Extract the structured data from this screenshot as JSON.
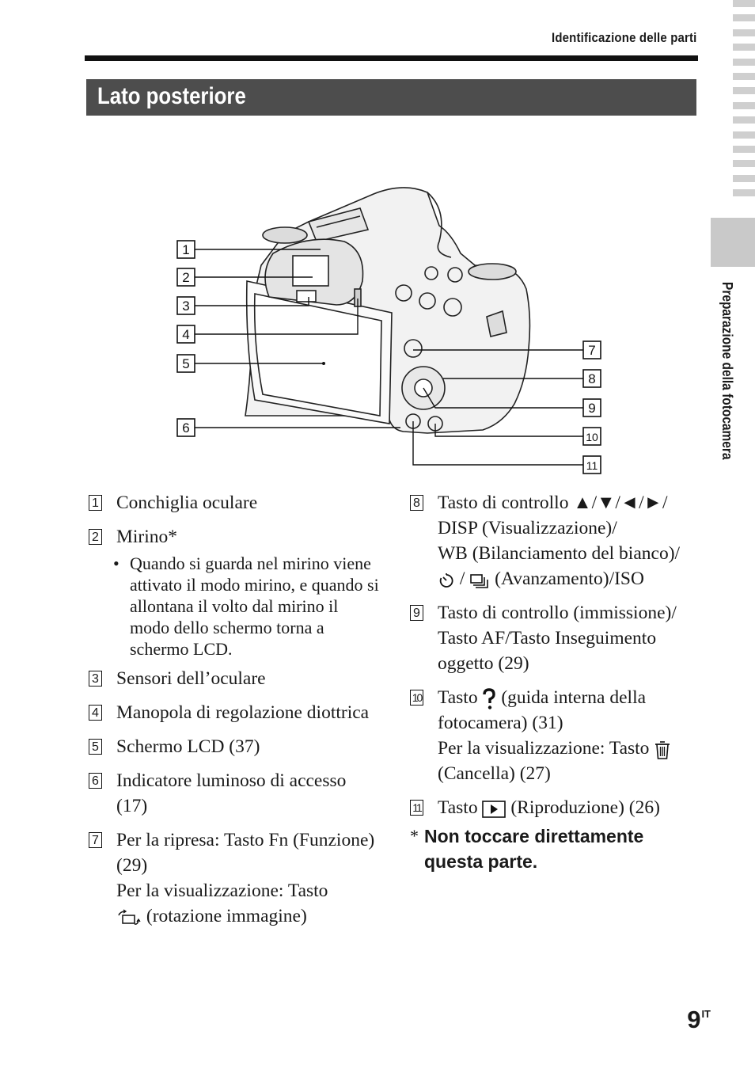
{
  "header": {
    "running_title": "Identificazione delle parti",
    "section_title": "Lato posteriore"
  },
  "side_tab": {
    "label": "Preparazione della fotocamera"
  },
  "figure": {
    "callouts": [
      "1",
      "2",
      "3",
      "4",
      "5",
      "6",
      "7",
      "8",
      "9",
      "10",
      "11"
    ]
  },
  "legend": {
    "items": [
      {
        "num": "1",
        "lines": [
          "Conchiglia oculare"
        ]
      },
      {
        "num": "2",
        "lines": [
          "Mirino*"
        ]
      },
      {
        "bullet": "Quando si guarda nel mirino viene attivato il modo mirino, e quando si allontana il volto dal mirino il modo dello schermo torna a schermo LCD."
      },
      {
        "num": "3",
        "lines": [
          "Sensori dell’oculare"
        ]
      },
      {
        "num": "4",
        "lines": [
          "Manopola di regolazione diottrica"
        ]
      },
      {
        "num": "5",
        "lines": [
          "Schermo LCD (37)"
        ]
      },
      {
        "num": "6",
        "lines": [
          "Indicatore luminoso di accesso (17)"
        ]
      },
      {
        "num": "7",
        "lines": [
          "Per la ripresa: Tasto Fn (Funzione) (29)",
          "Per la visualizzazione: Tasto",
          "(rotazione immagine)"
        ]
      },
      {
        "num": "8",
        "lines": [
          "Tasto di controllo ▲/▼/◄/►/",
          "DISP (Visualizzazione)/",
          "WB (Bilanciamento del bianco)/",
          "(Avanzamento)/ISO"
        ],
        "sep": "/"
      },
      {
        "num": "9",
        "lines": [
          "Tasto di controllo (immissione)/",
          "Tasto AF/Tasto Inseguimento oggetto (29)"
        ]
      },
      {
        "num": "10",
        "lines": [
          "Tasto",
          "(guida interna della fotocamera) (31)",
          "Per la visualizzazione: Tasto",
          "(Cancella) (27)"
        ]
      },
      {
        "num": "11",
        "lines": [
          "Tasto",
          "(Riproduzione) (26)"
        ]
      }
    ],
    "note_marker": "*",
    "note": "Non toccare direttamente questa parte."
  },
  "page": {
    "number": "9",
    "lang": "IT"
  },
  "icons": [
    "rotate-image-icon",
    "self-timer-icon",
    "drive-mode-icon",
    "help-guide-icon",
    "trash-icon",
    "play-icon"
  ],
  "colors": {
    "band": "#4d4d4d",
    "tab": "#c9c9c9",
    "text": "#1a1a1a"
  }
}
